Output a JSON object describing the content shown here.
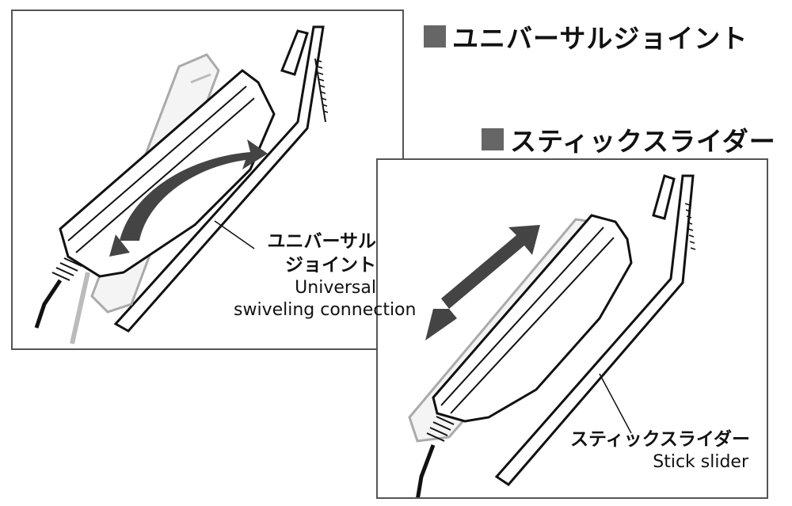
{
  "headings": {
    "universal_joint": "ユニバーサルジョイント",
    "stick_slider": "スティックスライダー"
  },
  "callouts": {
    "universal_joint_jp_line1": "ユニバーサル",
    "universal_joint_jp_line2": "ジョイント",
    "universal_joint_en_line1": "Universal",
    "universal_joint_en_line2": "swiveling connection",
    "stick_slider_jp": "スティックスライダー",
    "stick_slider_en": "Stick slider"
  },
  "colors": {
    "heading_square": "#666666",
    "frame": "#555555",
    "arrow": "#444444"
  }
}
